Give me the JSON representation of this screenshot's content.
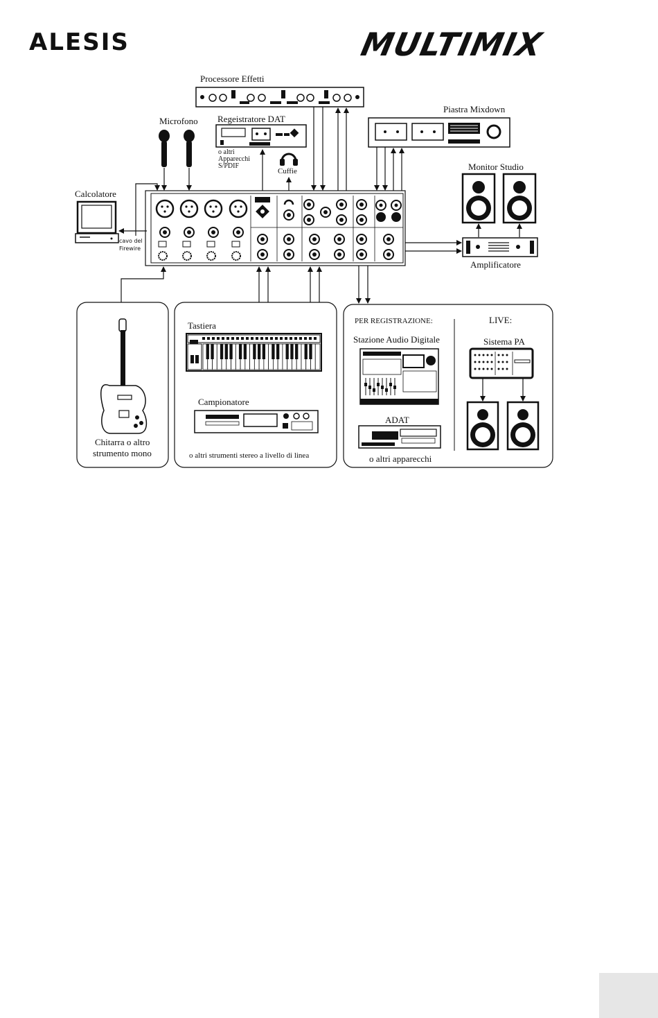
{
  "brand": {
    "alesis_logo": "ALESIS",
    "product_logo": "MULTIMIX"
  },
  "labels": {
    "effects_processor": "Processore Effetti",
    "dat_recorder": "Regeistratore DAT",
    "spdif_note_1": "o altri",
    "spdif_note_2": "Apparecchi",
    "spdif_note_3": "S/PDIF",
    "headphones": "Cuffie",
    "microphone": "Microfono",
    "mixdown_deck": "Piastra Mixdown",
    "monitor_studio": "Monitor Studio",
    "computer": "Calcolatore",
    "firewire_1": "cavo del",
    "firewire_2": "Firewire",
    "amplifier": "Amplificatore",
    "keyboard": "Tastiera",
    "sampler": "Campionatore",
    "stereo_note": "o altri strumenti stereo a livello di linea",
    "guitar_1": "Chitarra o altro",
    "guitar_2": "strumento mono",
    "for_recording": "PER REGISTRAZIONE:",
    "daw": "Stazione Audio Digitale",
    "adat": "ADAT",
    "other_devices": "o altri apparecchi",
    "live": "LIVE:",
    "pa_system": "Sistema PA"
  },
  "colors": {
    "ink": "#111111",
    "panel": "#ffffff",
    "tab": "#e6e6e6"
  }
}
